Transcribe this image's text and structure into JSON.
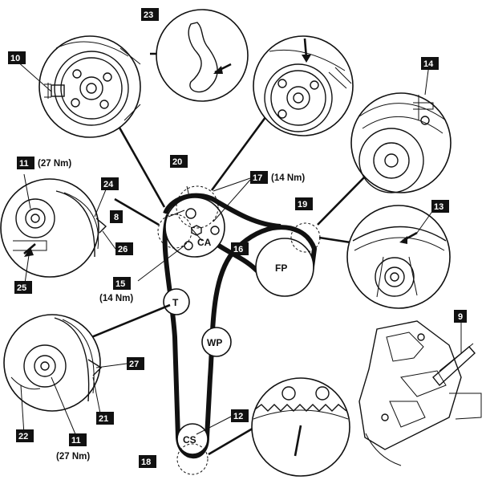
{
  "callouts": {
    "c8": "8",
    "c9": "9",
    "c10": "10",
    "c11a": "11",
    "c11b": "11",
    "c12": "12",
    "c13": "13",
    "c14": "14",
    "c15": "15",
    "c16": "16",
    "c17": "17",
    "c18": "18",
    "c19": "19",
    "c20": "20",
    "c21": "21",
    "c22": "22",
    "c23": "23",
    "c24": "24",
    "c25": "25",
    "c26": "26",
    "c27": "27"
  },
  "torques": {
    "t11a": "(27 Nm)",
    "t11b": "(27 Nm)",
    "t15": "(14 Nm)",
    "t17": "(14 Nm)"
  },
  "pulleys": {
    "camshaft": "CA",
    "fuel_pump": "FP",
    "tensioner": "T",
    "water_pump": "WP",
    "crankshaft": "CS"
  },
  "icons": [
    "camshaft-sprocket",
    "fuel-pump-sprocket",
    "tensioner-pulley",
    "crank-locking-tool",
    "timing-mark-arrow"
  ]
}
